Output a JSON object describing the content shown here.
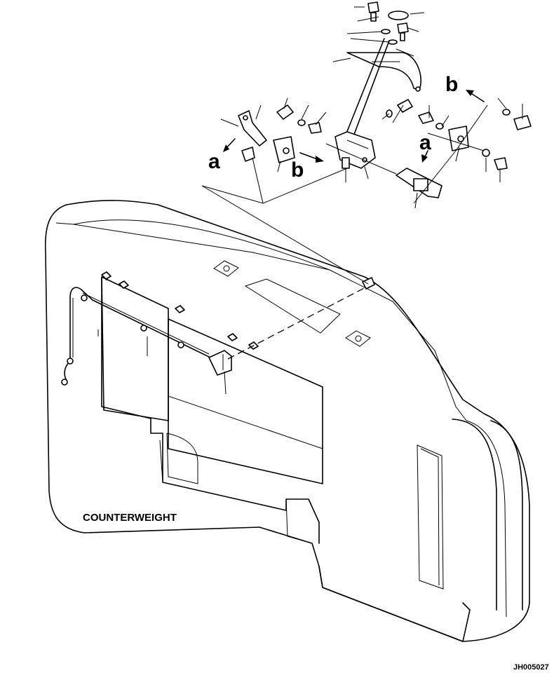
{
  "labels": {
    "counterweight": "COUNTERWEIGHT",
    "drawing_code": "JH005027",
    "ref_a": "a",
    "ref_b": "b"
  }
}
